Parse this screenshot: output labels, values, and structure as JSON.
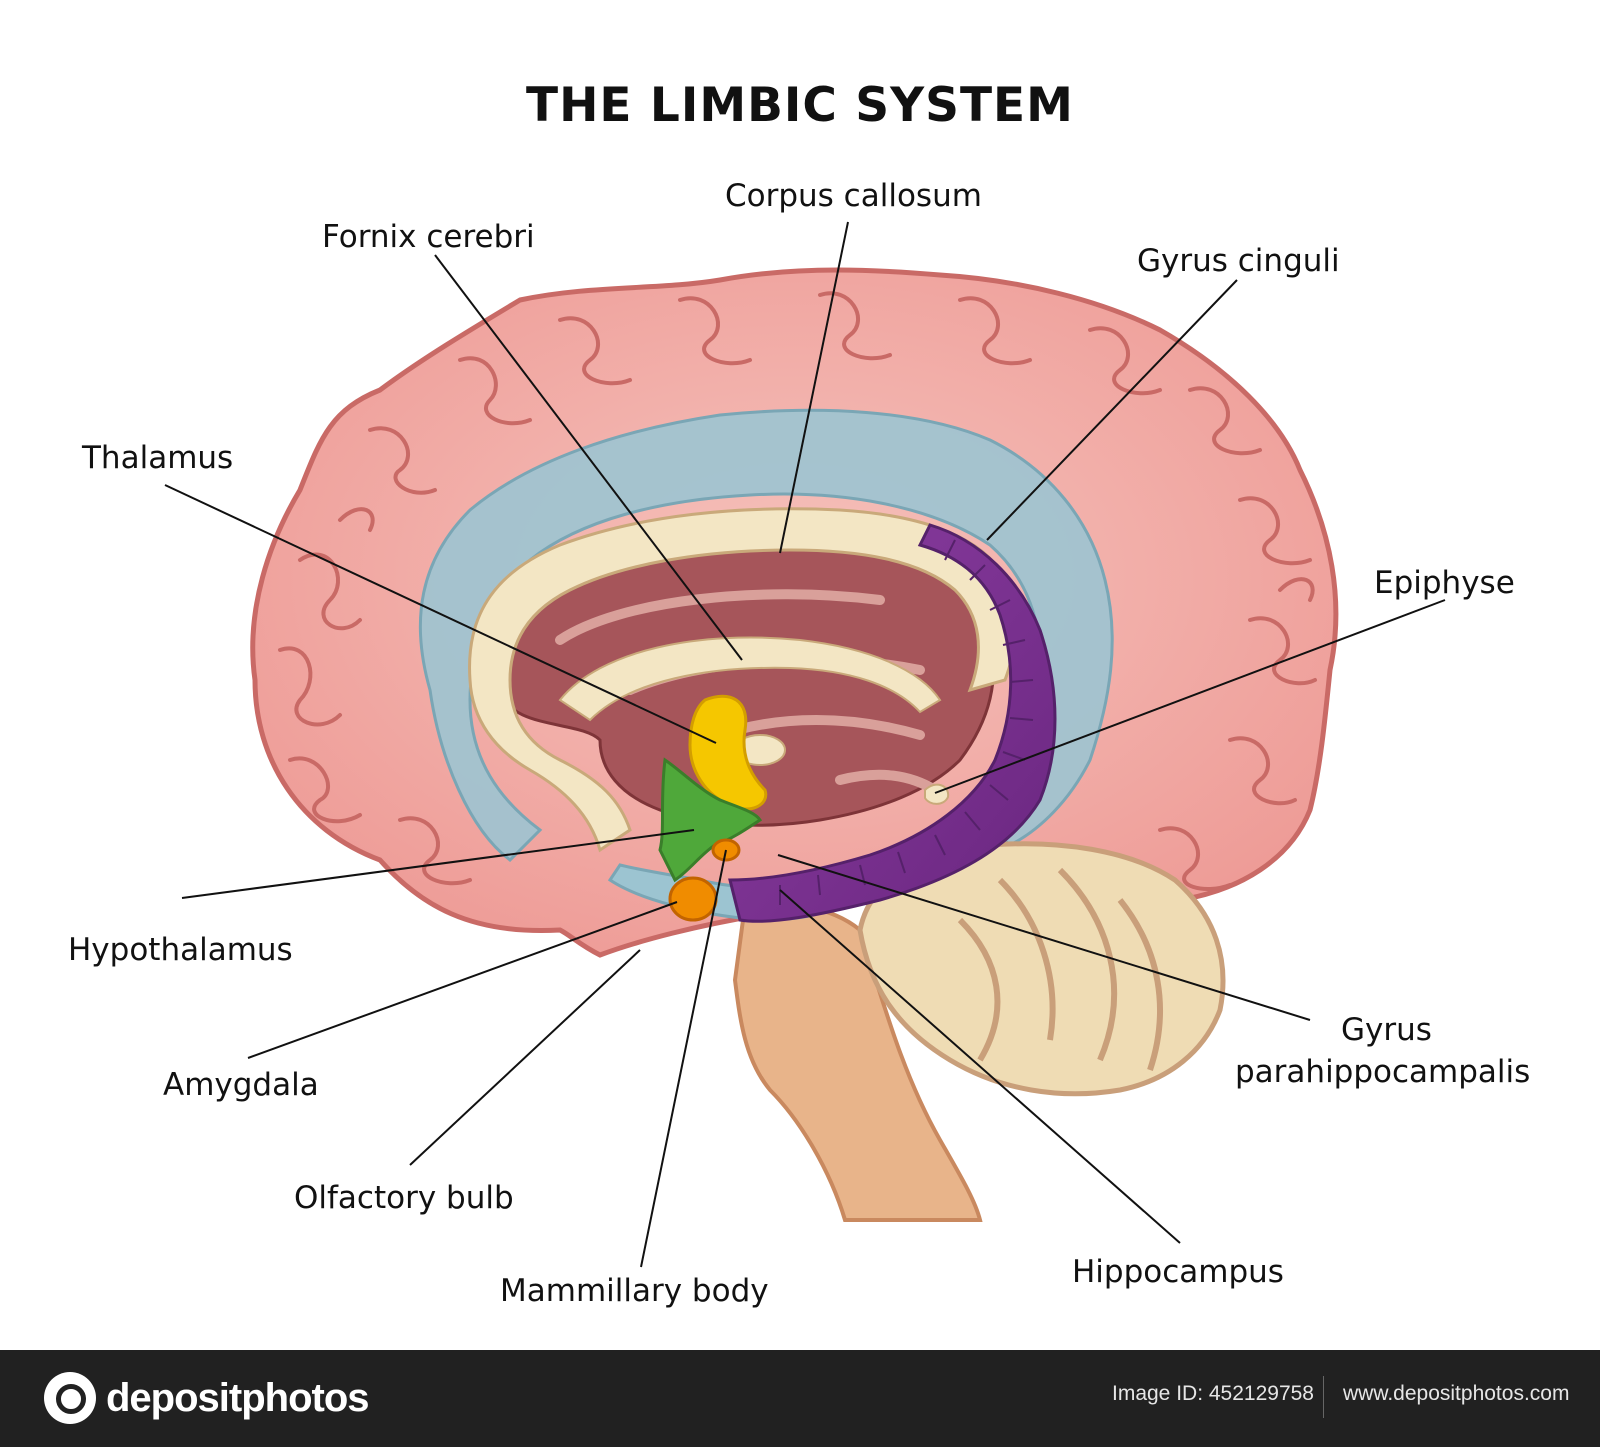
{
  "title": "THE LIMBIC SYSTEM",
  "labels": {
    "corpus_callosum": "Corpus callosum",
    "fornix_cerebri": "Fornix cerebri",
    "gyrus_cinguli": "Gyrus cinguli",
    "thalamus": "Thalamus",
    "epiphyse": "Epiphyse",
    "hypothalamus": "Hypothalamus",
    "gyrus_parahippocampalis_line1": "Gyrus",
    "gyrus_parahippocampalis_line2": "parahippocampalis",
    "amygdala": "Amygdala",
    "olfactory_bulb": "Olfactory bulb",
    "hippocampus": "Hippocampus",
    "mammillary_body": "Mammillary body"
  },
  "colors": {
    "cortex": "#f0a39f",
    "cortex_outline": "#c96a66",
    "cingulate": "#9cc4d1",
    "corpus_callosum": "#f3e6c4",
    "inner_tissue": "#9e4a4e",
    "hippocampus": "#7a2f8f",
    "thalamus": "#f5c700",
    "hypothalamus": "#4fa83a",
    "amygdala": "#f08c00",
    "brainstem": "#e8b48a",
    "cerebellum": "#efdcb4"
  },
  "footer": {
    "brand": "depositphotos",
    "image_id": "Image ID: 452129758",
    "site": "www.depositphotos.com"
  }
}
